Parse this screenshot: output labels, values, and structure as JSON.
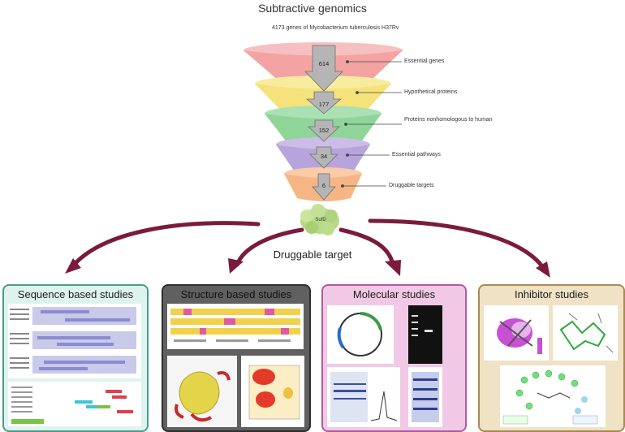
{
  "header": {
    "title": "Subtractive genomics"
  },
  "funnel": {
    "start_label": "4173 genes of Mycobacterium tuberculosis H37Rv",
    "stages": [
      {
        "count": "614",
        "label": "Essential genes",
        "color": "#f4a3a3"
      },
      {
        "count": "177",
        "label": "Hypothetical proteins",
        "color": "#f5e27a"
      },
      {
        "count": "152",
        "label": "Proteins nonhomologous to human",
        "color": "#8fd59a"
      },
      {
        "count": "34",
        "label": "Essential pathways",
        "color": "#b8a4dc"
      },
      {
        "count": "6",
        "label": "Druggable targets",
        "color": "#f6b585"
      }
    ]
  },
  "target": {
    "protein_label": "SufD",
    "caption": "Druggable target"
  },
  "panels": [
    {
      "title": "Sequence based studies",
      "bg": "#dff3ee",
      "border": "#4a9c8c",
      "text": "#1b1b1b"
    },
    {
      "title": "Structure based studies",
      "bg": "#606060",
      "border": "#2e2e2e",
      "text": "#111111"
    },
    {
      "title": "Molecular studies",
      "bg": "#f1c9e6",
      "border": "#b05aa0",
      "text": "#1b1b1b"
    },
    {
      "title": "Inhibitor studies",
      "bg": "#efe2c5",
      "border": "#a78a52",
      "text": "#1b1b1b"
    }
  ],
  "arrow_color": "#7a1b3e"
}
